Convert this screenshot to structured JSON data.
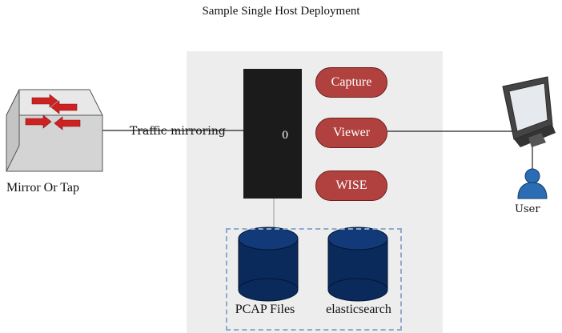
{
  "title": "Sample Single Host Deployment",
  "components": {
    "capture": "Capture",
    "viewer": "Viewer",
    "wise": "WISE"
  },
  "storage": {
    "pcap": "PCAP Files",
    "elasticsearch": "elasticsearch"
  },
  "mirror_label": "Mirror Or Tap",
  "traffic_label": "Traffic mirroring",
  "user_label": "User",
  "server_power_glyph": "0",
  "colors": {
    "component_fill": "#b0413e",
    "server": "#1b1b1b",
    "database": "#0b2a5c",
    "panel": "#ededed",
    "dashed_border": "#8faacc",
    "switch_arrows": "#cc2222",
    "user_icon": "#2a6db5"
  }
}
